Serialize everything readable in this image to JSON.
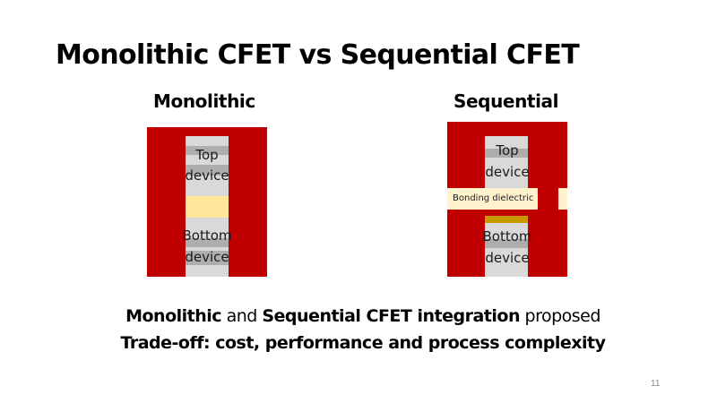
{
  "slide": {
    "title": "Monolithic CFET vs Sequential CFET",
    "page_number": "11"
  },
  "monolithic": {
    "heading": "Monolithic",
    "top_device_line1": "Top",
    "top_device_line2": "device",
    "bottom_device_line1": "Bottom",
    "bottom_device_line2": "device"
  },
  "sequential": {
    "heading": "Sequential",
    "top_device_line1": "Top",
    "top_device_line2": "device",
    "bonding_label": "Bonding dielectric",
    "bottom_device_line1": "Bottom",
    "bottom_device_line2": "device"
  },
  "summary": {
    "line1": [
      {
        "text": "Monolithic",
        "bold": true
      },
      {
        "text": " and ",
        "bold": false
      },
      {
        "text": "Sequential CFET integration",
        "bold": true
      },
      {
        "text": " proposed",
        "bold": false
      }
    ],
    "line2": "Trade-off: cost, performance and process complexity"
  },
  "colors": {
    "gate_red": "#c00000",
    "channel_light_gray": "#d9d9d9",
    "channel_dark_gray": "#aeaeae",
    "isolation_yellow": "#ffe699",
    "bonding_beige": "#fff2cc",
    "gold_layer": "#c99a00"
  }
}
